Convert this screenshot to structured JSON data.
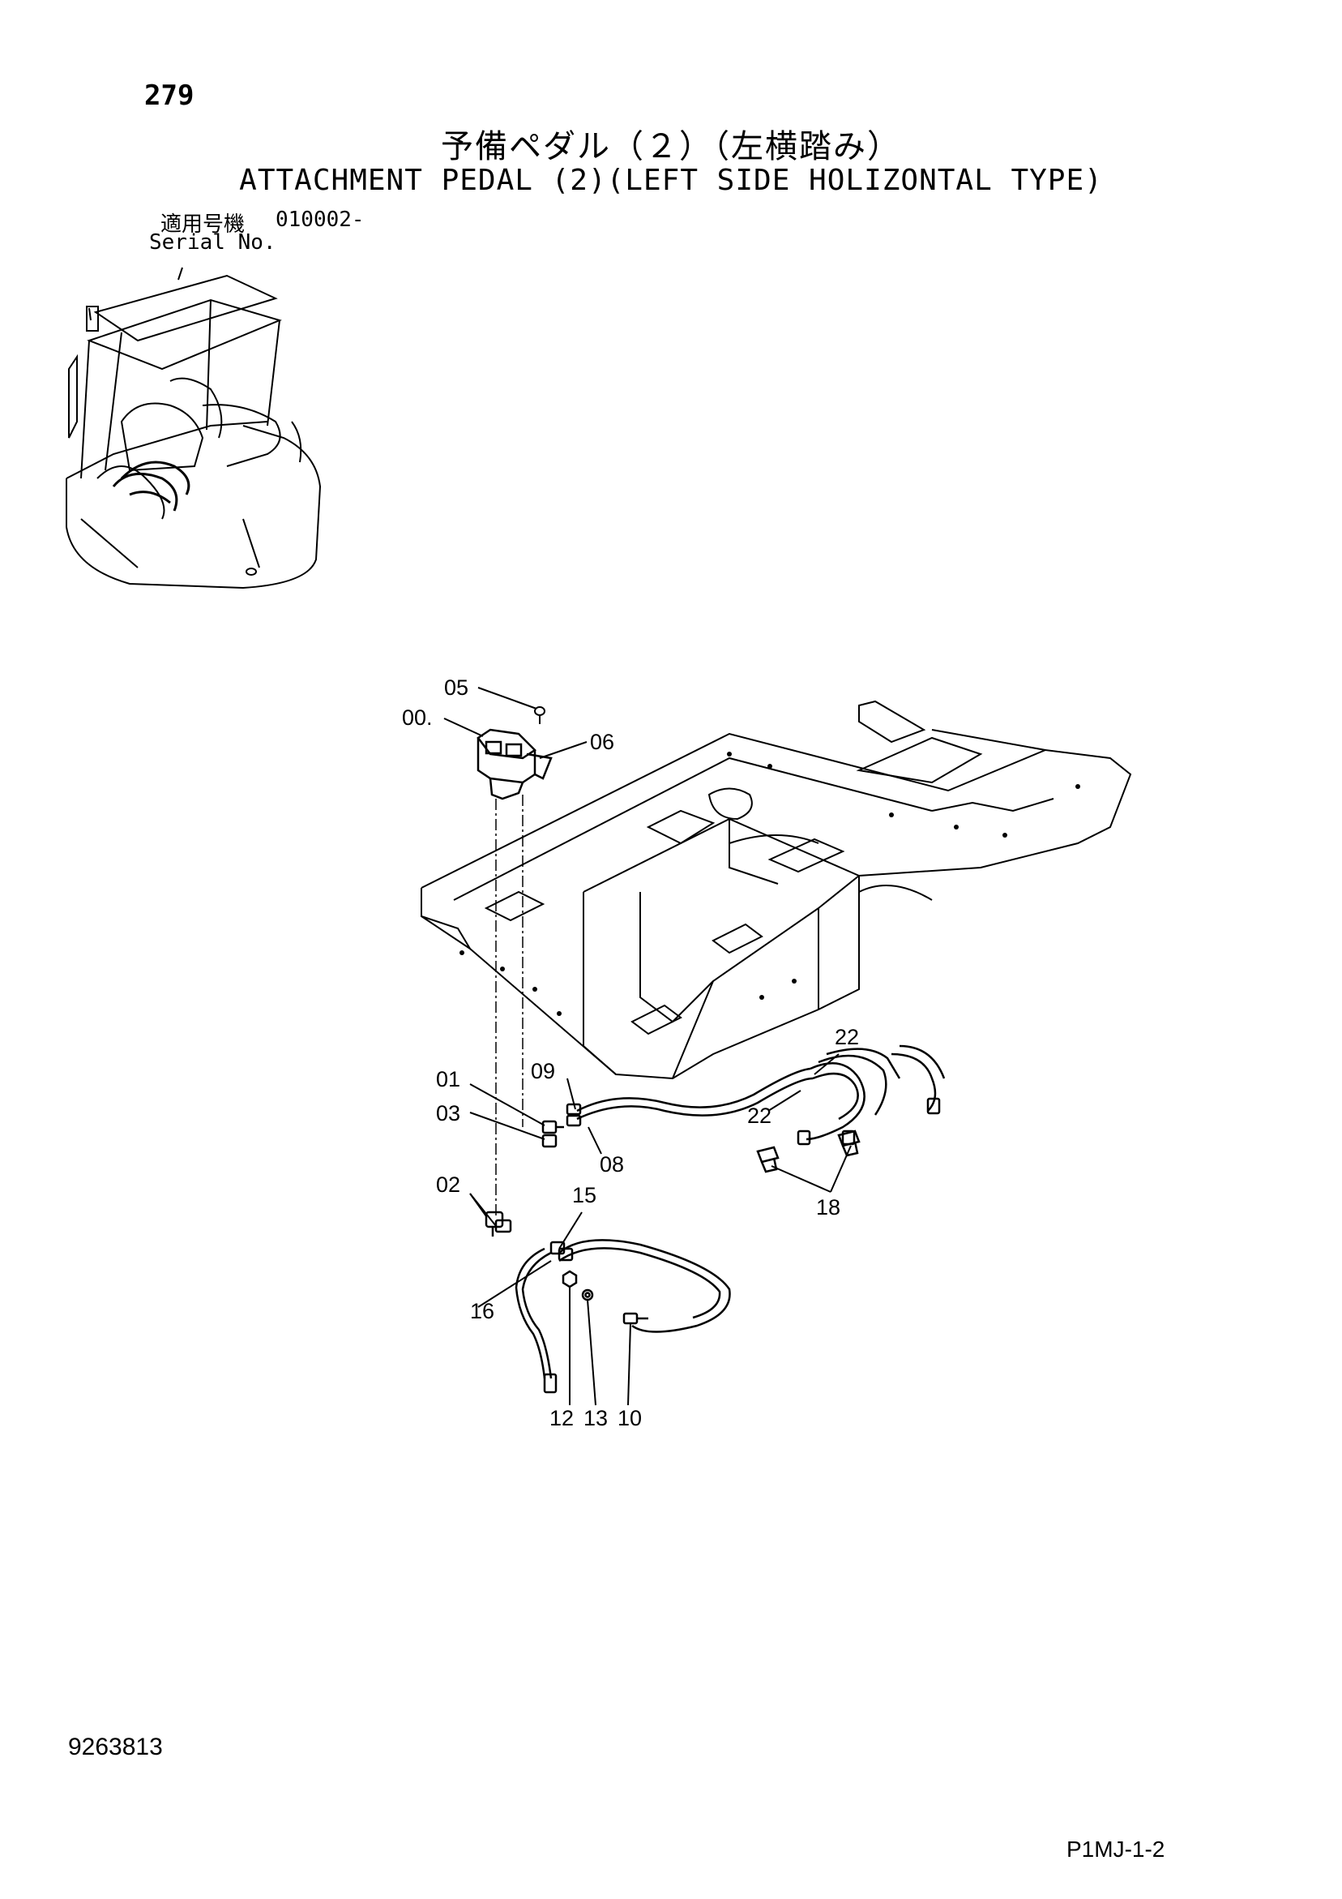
{
  "header": {
    "page_number": "279",
    "title_jp": "予備ペダル（２）（左横踏み）",
    "title_en": "ATTACHMENT PEDAL (2)(LEFT SIDE HOLIZONTAL TYPE)",
    "serial_label_jp": "適用号機",
    "serial_value": "010002-",
    "serial_label_en": "Serial No."
  },
  "callouts": {
    "c05": "05",
    "c00": "00.",
    "c06": "06",
    "c22a": "22",
    "c22b": "22",
    "c01": "01",
    "c09": "09",
    "c03": "03",
    "c08": "08",
    "c02": "02",
    "c15": "15",
    "c18": "18",
    "c16": "16",
    "c12": "12",
    "c13": "13",
    "c10": "10"
  },
  "footer": {
    "doc_number": "9263813",
    "page_code": "P1MJ-1-2"
  }
}
